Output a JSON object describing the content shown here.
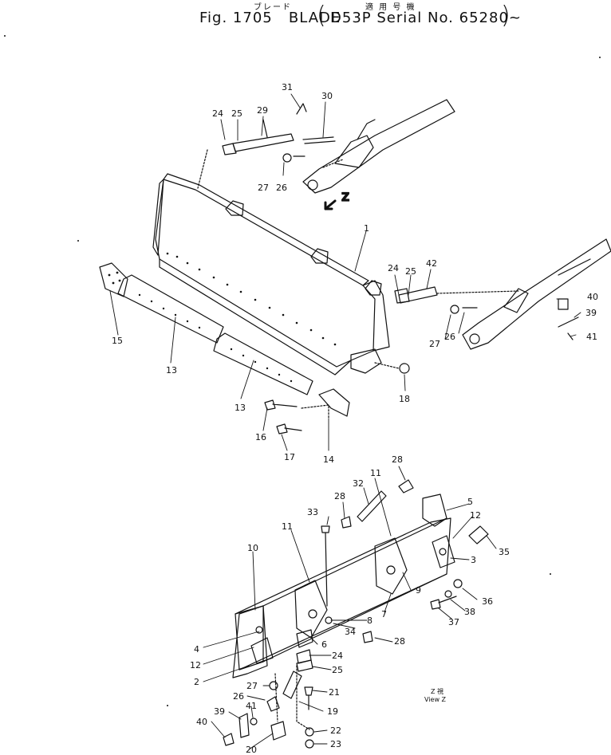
{
  "header": {
    "jp_part_name": "ブレード",
    "jp_applicable": "適 用 号 機",
    "fig_label": "Fig. 1705",
    "title": "BLADE",
    "model": "D53P",
    "serial_label": "Serial No.",
    "serial_range": "65280~"
  },
  "view_label": {
    "jp": "Z 視",
    "en": "View Z"
  },
  "z_arrow_label": "Z",
  "callouts": [
    {
      "id": "c31",
      "text": "31"
    },
    {
      "id": "c30",
      "text": "30"
    },
    {
      "id": "c24a",
      "text": "24"
    },
    {
      "id": "c25a",
      "text": "25"
    },
    {
      "id": "c29",
      "text": "29"
    },
    {
      "id": "c27a",
      "text": "27"
    },
    {
      "id": "c26a",
      "text": "26"
    },
    {
      "id": "c1",
      "text": "1"
    },
    {
      "id": "c15",
      "text": "15"
    },
    {
      "id": "c13a",
      "text": "13"
    },
    {
      "id": "c13b",
      "text": "13"
    },
    {
      "id": "c24b",
      "text": "24"
    },
    {
      "id": "c25b",
      "text": "25"
    },
    {
      "id": "c42",
      "text": "42"
    },
    {
      "id": "c40a",
      "text": "40"
    },
    {
      "id": "c39a",
      "text": "39"
    },
    {
      "id": "c41a",
      "text": "41"
    },
    {
      "id": "c27b",
      "text": "27"
    },
    {
      "id": "c26b",
      "text": "26"
    },
    {
      "id": "c18",
      "text": "18"
    },
    {
      "id": "c16",
      "text": "16"
    },
    {
      "id": "c17",
      "text": "17"
    },
    {
      "id": "c14",
      "text": "14"
    },
    {
      "id": "c28a",
      "text": "28"
    },
    {
      "id": "c11a",
      "text": "11"
    },
    {
      "id": "c32",
      "text": "32"
    },
    {
      "id": "c28b",
      "text": "28"
    },
    {
      "id": "c5",
      "text": "5"
    },
    {
      "id": "c33",
      "text": "33"
    },
    {
      "id": "c12a",
      "text": "12"
    },
    {
      "id": "c11b",
      "text": "11"
    },
    {
      "id": "c35",
      "text": "35"
    },
    {
      "id": "c10",
      "text": "10"
    },
    {
      "id": "c3",
      "text": "3"
    },
    {
      "id": "c9",
      "text": "9"
    },
    {
      "id": "c36",
      "text": "36"
    },
    {
      "id": "c7",
      "text": "7"
    },
    {
      "id": "c8",
      "text": "8"
    },
    {
      "id": "c38",
      "text": "38"
    },
    {
      "id": "c37",
      "text": "37"
    },
    {
      "id": "c34",
      "text": "34"
    },
    {
      "id": "c28c",
      "text": "28"
    },
    {
      "id": "c4",
      "text": "4"
    },
    {
      "id": "c6",
      "text": "6"
    },
    {
      "id": "c24c",
      "text": "24"
    },
    {
      "id": "c12b",
      "text": "12"
    },
    {
      "id": "c25c",
      "text": "25"
    },
    {
      "id": "c2",
      "text": "2"
    },
    {
      "id": "c27c",
      "text": "27"
    },
    {
      "id": "c21",
      "text": "21"
    },
    {
      "id": "c26c",
      "text": "26"
    },
    {
      "id": "c41b",
      "text": "41"
    },
    {
      "id": "c19",
      "text": "19"
    },
    {
      "id": "c39b",
      "text": "39"
    },
    {
      "id": "c40b",
      "text": "40"
    },
    {
      "id": "c22",
      "text": "22"
    },
    {
      "id": "c20",
      "text": "20"
    },
    {
      "id": "c23",
      "text": "23"
    }
  ],
  "colors": {
    "ink": "#111111",
    "paper": "#ffffff"
  }
}
